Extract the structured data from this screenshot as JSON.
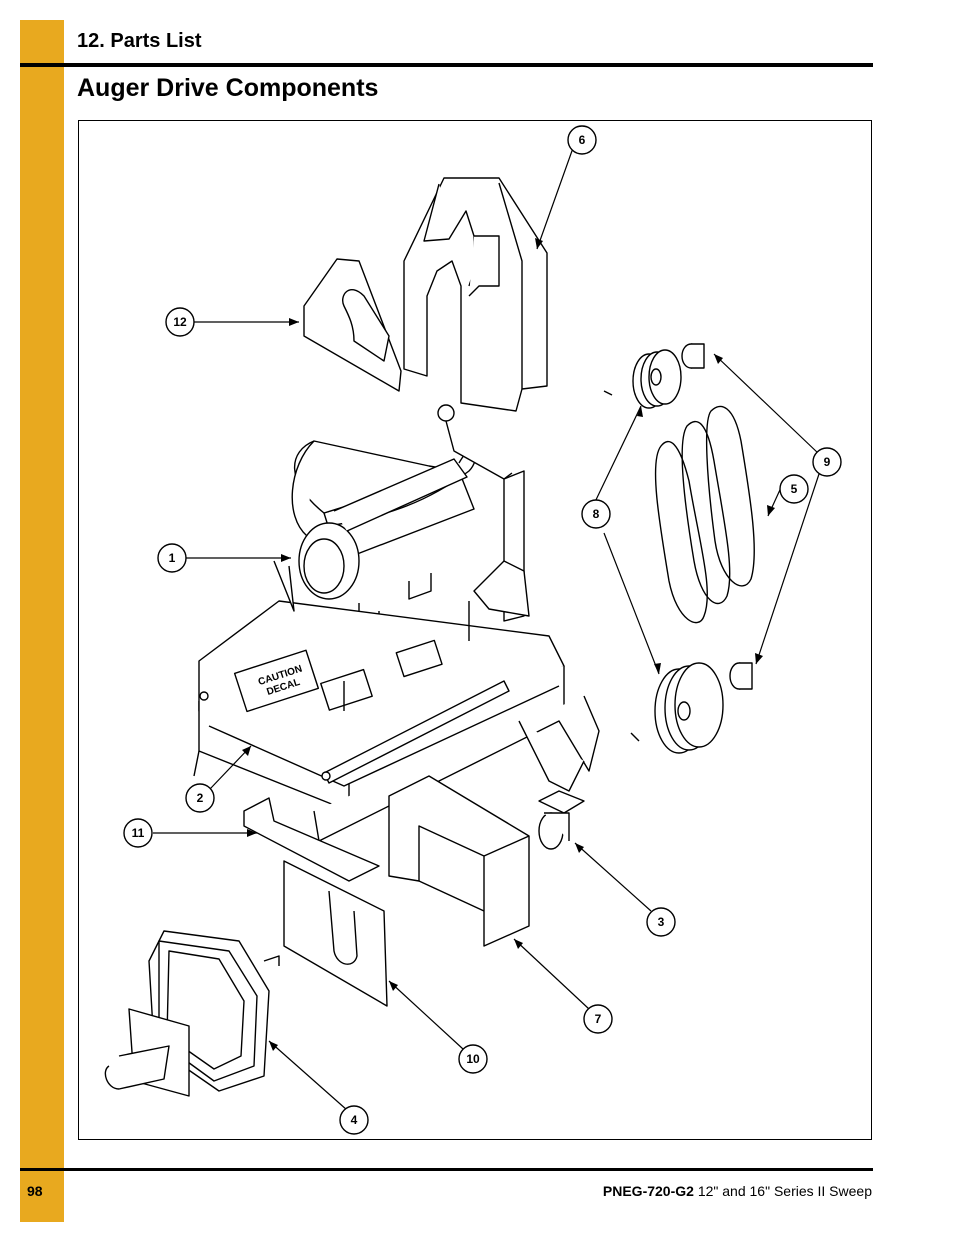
{
  "header": {
    "section_title": "12. Parts List",
    "page_heading": "Auger Drive Components"
  },
  "figure": {
    "callouts": [
      "1",
      "2",
      "3",
      "4",
      "5",
      "6",
      "7",
      "8",
      "9",
      "10",
      "11",
      "12"
    ],
    "decals": {
      "caution_line1": "CAUTION",
      "caution_line2": "DECAL"
    },
    "colors": {
      "accent_bar": "#E8A91F"
    }
  },
  "footer": {
    "page_number": "98",
    "doc_code": "PNEG-720-G2",
    "doc_title": "12\" and 16\" Series II Sweep"
  }
}
